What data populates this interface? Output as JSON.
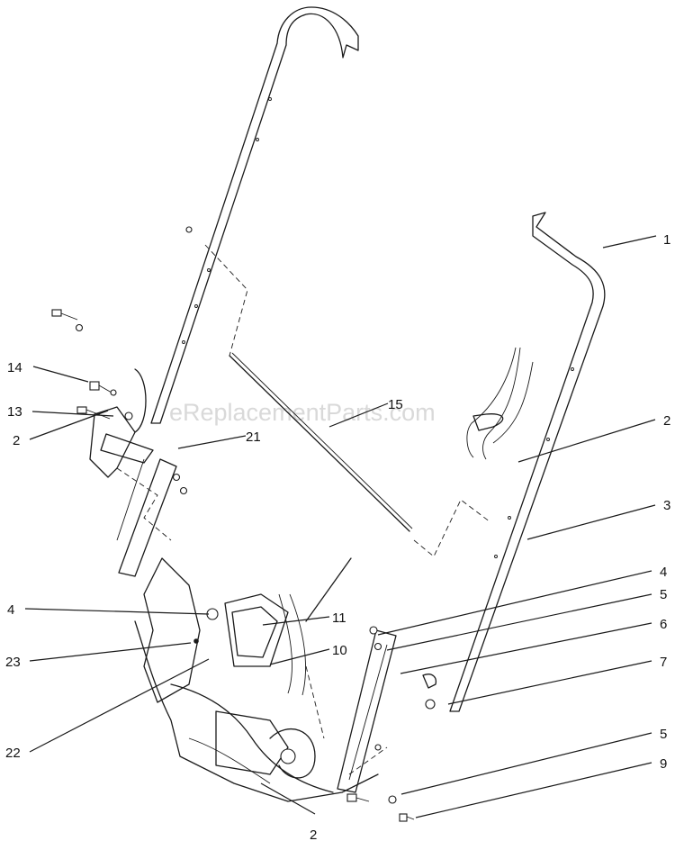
{
  "watermark": "eReplacementParts.com",
  "callouts": [
    {
      "id": "c1",
      "text": "1"
    },
    {
      "id": "c2a",
      "text": "2"
    },
    {
      "id": "c3",
      "text": "3"
    },
    {
      "id": "c4a",
      "text": "4"
    },
    {
      "id": "c5a",
      "text": "5"
    },
    {
      "id": "c6",
      "text": "6"
    },
    {
      "id": "c7",
      "text": "7"
    },
    {
      "id": "c5b",
      "text": "5"
    },
    {
      "id": "c9",
      "text": "9"
    },
    {
      "id": "c2b",
      "text": "2"
    },
    {
      "id": "c21",
      "text": "21"
    },
    {
      "id": "c15",
      "text": "15"
    },
    {
      "id": "c14",
      "text": "14"
    },
    {
      "id": "c13",
      "text": "13"
    },
    {
      "id": "c4b",
      "text": "4"
    },
    {
      "id": "c23",
      "text": "23"
    },
    {
      "id": "c11",
      "text": "11"
    },
    {
      "id": "c10",
      "text": "10"
    },
    {
      "id": "c22",
      "text": "22"
    },
    {
      "id": "c2c",
      "text": "2"
    }
  ]
}
